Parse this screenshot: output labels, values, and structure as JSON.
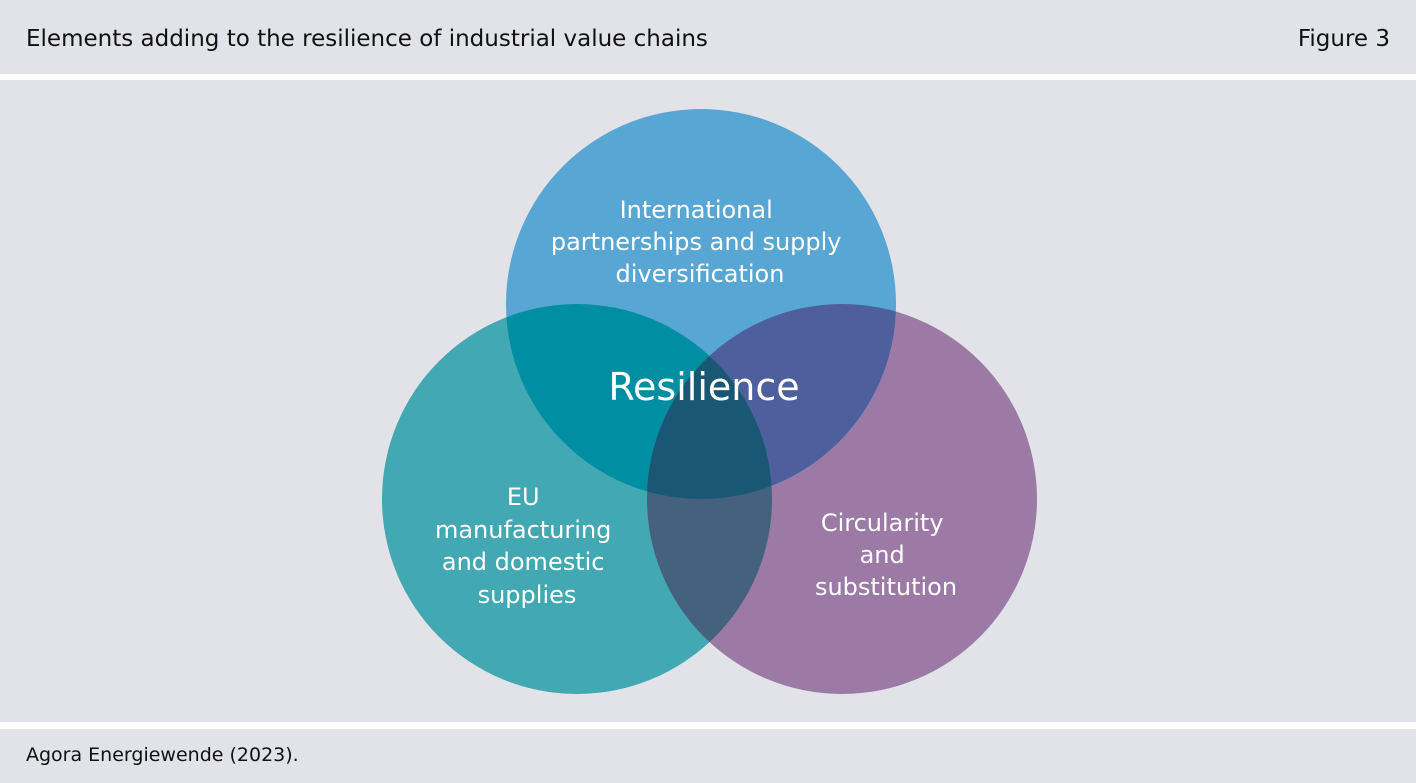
{
  "header": {
    "title": "Elements adding to the resilience of industrial value chains",
    "figure_label": "Figure 3"
  },
  "diagram": {
    "center_label": "Resilience",
    "top": {
      "lines": [
        "International",
        "partnerships and supply",
        "diversification"
      ],
      "color": "#58a6d4"
    },
    "left": {
      "lines": [
        "EU",
        "manufacturing",
        "and domestic",
        "supplies"
      ],
      "color": "#42a8b2"
    },
    "right": {
      "lines": [
        "Circularity",
        "and",
        "substitution"
      ],
      "color": "#9c7aa6"
    },
    "overlap_colors": {
      "top_left": "#008ea2",
      "top_right": "#4d5f9c",
      "left_right": "#44617e",
      "center": "#1a5775"
    }
  },
  "footer": {
    "source": "Agora Energiewende (2023)."
  }
}
